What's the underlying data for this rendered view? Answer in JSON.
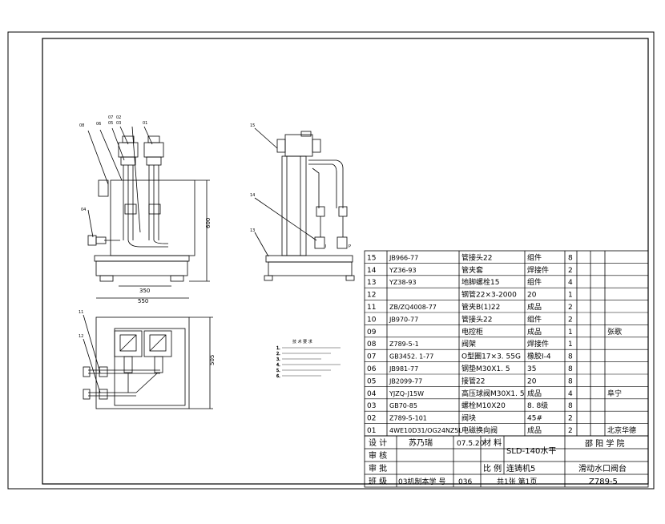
{
  "drawing": {
    "dims": {
      "width_inner": "350",
      "width_outer": "550",
      "height_front": "600",
      "height_plan": "505"
    },
    "balloons": {
      "front": [
        "08",
        "06",
        "07",
        "05",
        "02",
        "03",
        "01",
        "04"
      ],
      "side": [
        "15",
        "14",
        "13"
      ],
      "plan": [
        "11",
        "12"
      ],
      "marks": [
        "I",
        "P"
      ]
    },
    "notes_title": "技 术 要 求",
    "notes": [
      "1.",
      "2.",
      "3.",
      "4.",
      "5.",
      "6."
    ]
  },
  "parts_list": [
    {
      "no": "15",
      "code": "JB966-77",
      "name": "管接头22",
      "qty": "组件",
      "mat": "8",
      "note": ""
    },
    {
      "no": "14",
      "code": "YZ36-93",
      "name": "管夹套",
      "qty": "焊接件",
      "mat": "2",
      "note": ""
    },
    {
      "no": "13",
      "code": "YZ38-93",
      "name": "地脚螺栓15",
      "qty": "组件",
      "mat": "4",
      "note": ""
    },
    {
      "no": "12",
      "code": "",
      "name": "钢管22×3-2000",
      "qty": "20",
      "mat": "1",
      "note": ""
    },
    {
      "no": "11",
      "code": "ZB/ZQ4008-77",
      "name": "管夹B(1)22",
      "qty": "成品",
      "mat": "2",
      "note": ""
    },
    {
      "no": "10",
      "code": "JB970-77",
      "name": "管接头22",
      "qty": "组件",
      "mat": "2",
      "note": ""
    },
    {
      "no": "09",
      "code": "",
      "name": "电控柜",
      "qty": "成品",
      "mat": "1",
      "note": "张歌"
    },
    {
      "no": "08",
      "code": "Z789-5-1",
      "name": "阀架",
      "qty": "焊接件",
      "mat": "1",
      "note": ""
    },
    {
      "no": "07",
      "code": "GB3452. 1-77",
      "name": "O型圈17×3. 55G",
      "qty": "橡胶I-4",
      "mat": "8",
      "note": ""
    },
    {
      "no": "06",
      "code": "JB981-77",
      "name": "钢垫M30X1. 5",
      "qty": "35",
      "mat": "8",
      "note": ""
    },
    {
      "no": "05",
      "code": "JB2099-77",
      "name": "接管22",
      "qty": "20",
      "mat": "8",
      "note": ""
    },
    {
      "no": "04",
      "code": "YJZQ-J15W",
      "name": "高压球阀M30X1. 5",
      "qty": "成品",
      "mat": "4",
      "note": "阜宁"
    },
    {
      "no": "03",
      "code": "GB70-85",
      "name": "螺栓M10X20",
      "qty": "8. 8级",
      "mat": "8",
      "note": ""
    },
    {
      "no": "02",
      "code": "Z789-5-101",
      "name": "阀块",
      "qty": "45#",
      "mat": "2",
      "note": ""
    },
    {
      "no": "01",
      "code": "4WE10D31/OG24NZ5L",
      "name": "电磁换向阀",
      "qty": "成品",
      "mat": "2",
      "note": "北京华德"
    }
  ],
  "title_block": {
    "design_label": "设 计",
    "designer": "苏乃瑞",
    "date": "07.5.20",
    "material_label": "材 料",
    "material": "SLD-140水平",
    "school": "邵 阳 学 院",
    "draw_label": "审 核",
    "check_label": "审 批",
    "scale_label": "比 例",
    "scale": "连铸机5",
    "title": "滑动水口阀台",
    "class_label": "班 级",
    "class_value": "03机制本学 号",
    "student_no": "036",
    "sheets": "共1张 第1页",
    "drawing_no": "Z789-5"
  }
}
